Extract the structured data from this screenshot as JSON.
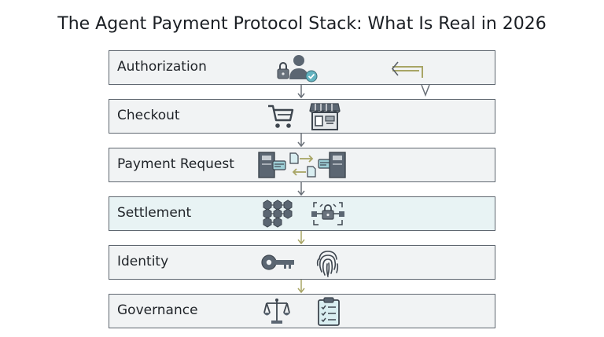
{
  "diagram": {
    "title": "The Agent Payment Protocol Stack: What Is Real in 2026",
    "layers": [
      {
        "label": "Authorization",
        "icons": [
          "user-lock-check-icon",
          "return-arrow-icon"
        ]
      },
      {
        "label": "Checkout",
        "icons": [
          "shopping-cart-icon",
          "storefront-icon"
        ]
      },
      {
        "label": "Payment Request",
        "icons": [
          "terminal-icon",
          "document-exchange-icon",
          "terminal-icon"
        ]
      },
      {
        "label": "Settlement",
        "icons": [
          "block-network-icon",
          "lock-network-icon"
        ]
      },
      {
        "label": "Identity",
        "icons": [
          "key-icon",
          "fingerprint-icon"
        ]
      },
      {
        "label": "Governance",
        "icons": [
          "scales-icon",
          "clipboard-checklist-icon"
        ]
      }
    ],
    "colors": {
      "border": "#5f6770",
      "box_fill": "#f1f3f4",
      "settlement_fill": "#e8f3f4",
      "icon_dark": "#4b5560",
      "icon_teal": "#4b9aa8",
      "accent_olive": "#a8a565",
      "check_green": "#5aa6b0"
    }
  }
}
